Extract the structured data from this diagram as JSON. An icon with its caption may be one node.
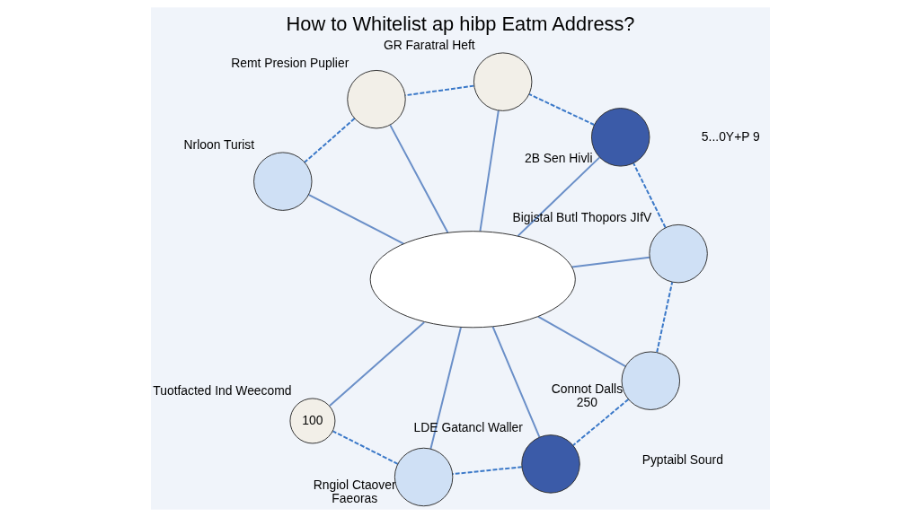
{
  "diagram": {
    "title": "How to Whitelist ap hibp Eatm Address?",
    "nodes": [
      {
        "text": [],
        "shape": "ellipse"
      },
      {
        "text": [],
        "shape": "circle",
        "beside": [
          "Bigistal Butl Thopors JIfV"
        ]
      },
      {
        "text": [],
        "shape": "circle",
        "beside": [
          "2B Sen Hivli"
        ]
      },
      {
        "text": [],
        "shape": "circle",
        "beside": [
          "GR Faratral Heft"
        ]
      },
      {
        "text": [],
        "shape": "circle",
        "beside": [
          "Remt Presion Puplier"
        ]
      },
      {
        "text": [],
        "shape": "circle",
        "beside": [
          "Nrloon Turist"
        ]
      },
      {
        "text": [
          "100"
        ],
        "beside": [
          "Tuotfacted Ind Weecomd"
        ]
      },
      {
        "text": [],
        "shape": "circle",
        "beside": [
          "Rngiol Ctaover",
          "Faeoras"
        ]
      },
      {
        "text": [],
        "shape": "circle",
        "beside": [
          "LDE Gatancl Waller"
        ]
      },
      {
        "text": [],
        "shape": "circle",
        "beside": [
          "Connot Dalls",
          "250"
        ]
      }
    ],
    "edges": [
      {
        "from": 0,
        "to": 1,
        "arrow": "none"
      },
      {
        "from": 0,
        "to": 2,
        "arrow": "none"
      },
      {
        "from": 0,
        "to": 3,
        "arrow": "none"
      },
      {
        "from": 0,
        "to": 4,
        "arrow": "none"
      },
      {
        "from": 0,
        "to": 5,
        "arrow": "none"
      },
      {
        "from": 0,
        "to": 6,
        "arrow": "none"
      },
      {
        "from": 0,
        "to": 7,
        "arrow": "none"
      },
      {
        "from": 0,
        "to": 8,
        "arrow": "none"
      },
      {
        "from": 0,
        "to": 9,
        "arrow": "none"
      },
      {
        "from": 9,
        "to": 1,
        "arrow": "none",
        "style": "dashed",
        "color": "#3a78c8"
      },
      {
        "from": 1,
        "to": 2,
        "arrow": "none",
        "style": "dashed",
        "color": "#3a78c8"
      },
      {
        "from": 2,
        "to": 3,
        "arrow": "none",
        "style": "dashed",
        "color": "#3a78c8"
      },
      {
        "from": 3,
        "to": 4,
        "arrow": "none",
        "style": "dashed",
        "color": "#3a78c8"
      },
      {
        "from": 4,
        "to": 5,
        "arrow": "none",
        "style": "dashed",
        "color": "#3a78c8"
      },
      {
        "from": 7,
        "to": 6,
        "arrow": "none",
        "style": "dashed",
        "color": "#3a78c8"
      },
      {
        "from": 8,
        "to": 7,
        "arrow": "none",
        "style": "dashed",
        "color": "#3a78c8"
      },
      {
        "from": 9,
        "to": 8,
        "arrow": "none",
        "style": "dashed",
        "color": "#3a78c8"
      }
    ],
    "labels": [
      "5...0Y+P 9",
      "Pyptaibl Sourd"
    ]
  }
}
